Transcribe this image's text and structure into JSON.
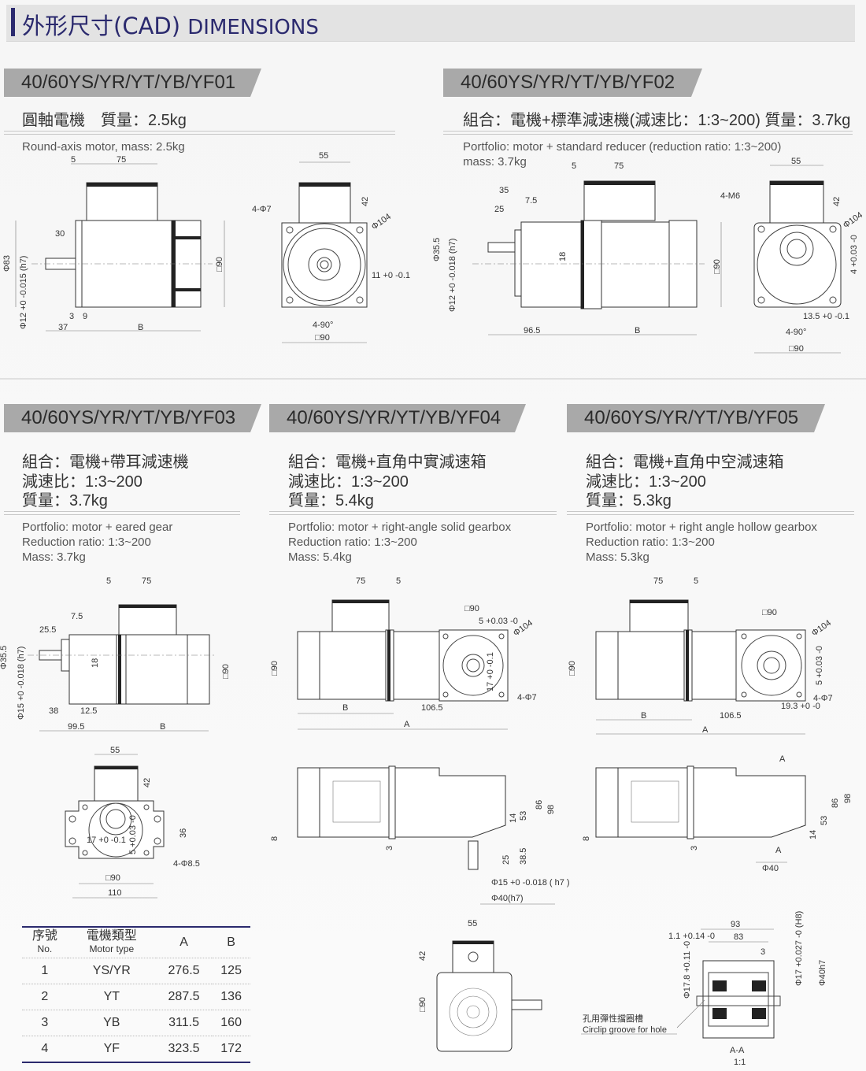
{
  "page_title": {
    "cn": "外形尺寸(CAD)",
    "en": "DIMENSIONS"
  },
  "sections": [
    {
      "model": "40/60YS/YR/YT/YB/YF01",
      "cn_lines": [
        "圓軸電機　質量：2.5kg"
      ],
      "en_lines": [
        "Round-axis motor, mass: 2.5kg"
      ]
    },
    {
      "model": "40/60YS/YR/YT/YB/YF02",
      "cn_lines": [
        "組合：電機+標準減速機(減速比：1:3~200) 質量：3.7kg"
      ],
      "en_lines": [
        "Portfolio: motor + standard reducer (reduction ratio: 1:3~200)",
        "mass: 3.7kg"
      ]
    },
    {
      "model": "40/60YS/YR/YT/YB/YF03",
      "cn_lines": [
        "組合：電機+帶耳減速機",
        "減速比：1:3~200",
        "質量：3.7kg"
      ],
      "en_lines": [
        "Portfolio: motor + eared gear",
        "Reduction ratio: 1:3~200",
        "Mass: 3.7kg"
      ]
    },
    {
      "model": "40/60YS/YR/YT/YB/YF04",
      "cn_lines": [
        "組合：電機+直角中實減速箱",
        "減速比：1:3~200",
        "質量：5.4kg"
      ],
      "en_lines": [
        "Portfolio: motor + right-angle solid gearbox",
        "Reduction ratio: 1:3~200",
        "Mass: 5.4kg"
      ]
    },
    {
      "model": "40/60YS/YR/YT/YB/YF05",
      "cn_lines": [
        "組合：電機+直角中空減速箱",
        "減速比：1:3~200",
        "質量：5.3kg"
      ],
      "en_lines": [
        "Portfolio: motor + right angle hollow gearbox",
        "Reduction ratio: 1:3~200",
        "Mass: 5.3kg"
      ]
    }
  ],
  "dims": {
    "ff01": [
      "5",
      "75",
      "30",
      "Φ83",
      "Φ12 +0 -0.015 (h7)",
      "3",
      "9",
      "37",
      "B",
      "□90",
      "55",
      "42",
      "4-Φ7",
      "Φ104",
      "11 +0 -0.1",
      "4-90°",
      "□90"
    ],
    "ff02": [
      "5",
      "75",
      "35",
      "7.5",
      "25",
      "Φ35.5",
      "Φ12 +0 -0.018 (h7)",
      "18",
      "96.5",
      "B",
      "□90",
      "55",
      "42",
      "4-M6",
      "Φ104",
      "4 +0.03 -0",
      "13.5 +0 -0.1",
      "4-90°",
      "□90"
    ],
    "ff03": [
      "5",
      "75",
      "7.5",
      "25.5",
      "Φ35.5",
      "Φ15 +0 -0.018 (h7)",
      "18",
      "38",
      "12.5",
      "99.5",
      "B",
      "□90",
      "55",
      "42",
      "17 +0 -0.1",
      "5 +0.03 -0",
      "36",
      "4-Φ8.5",
      "□90",
      "110"
    ],
    "ff04": [
      "75",
      "5",
      "□90",
      "5 +0.03 -0",
      "Φ104",
      "□90",
      "17 +0 -0.1",
      "4-Φ7",
      "B",
      "106.5",
      "A",
      "8",
      "3",
      "14",
      "53",
      "86",
      "98",
      "25",
      "38.5",
      "Φ15 +0 -0.018 ( h7 )",
      "Φ40(h7)",
      "55",
      "42",
      "□90"
    ],
    "ff05": [
      "75",
      "5",
      "□90",
      "Φ104",
      "□90",
      "5 +0.03 -0",
      "19.3 +0 -0",
      "4-Φ7",
      "B",
      "106.5",
      "A",
      "A",
      "8",
      "3",
      "14",
      "53",
      "86",
      "98",
      "A",
      "Φ40",
      "93",
      "83",
      "1.1 +0.14 -0",
      "3",
      "Φ17.8 +0.11 -0",
      "Φ17 +0.027 -0 (H8)",
      "Φ40h7",
      "孔用彈性擋圈槽",
      "Circlip groove for hole",
      "A-A",
      "1:1"
    ]
  },
  "table": {
    "headers": [
      {
        "cn": "序號",
        "en": "No."
      },
      {
        "cn": "電機類型",
        "en": "Motor type"
      },
      {
        "cn": "A",
        "en": ""
      },
      {
        "cn": "B",
        "en": ""
      }
    ],
    "rows": [
      [
        "1",
        "YS/YR",
        "276.5",
        "125"
      ],
      [
        "2",
        "YT",
        "287.5",
        "136"
      ],
      [
        "3",
        "YB",
        "311.5",
        "160"
      ],
      [
        "4",
        "YF",
        "323.5",
        "172"
      ]
    ]
  },
  "colors": {
    "accent": "#2b2a6e",
    "header_bg": "#a9a9a9"
  }
}
